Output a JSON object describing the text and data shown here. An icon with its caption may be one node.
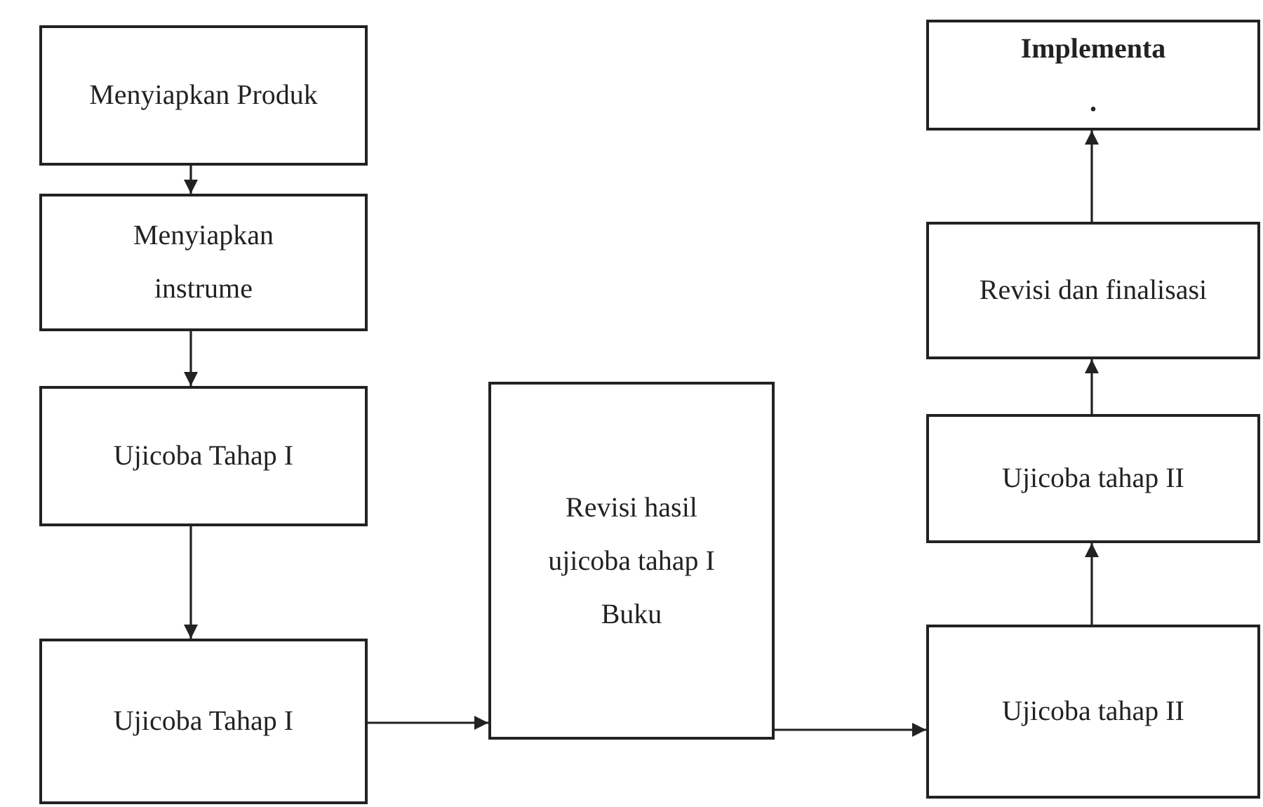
{
  "diagram": {
    "nodes": [
      {
        "text": [
          "Menyiapkan Produk"
        ]
      },
      {
        "text": [
          "Menyiapkan instrume"
        ]
      },
      {
        "text": [
          "Ujicoba Tahap I"
        ]
      },
      {
        "text": [
          "Ujicoba Tahap I"
        ]
      },
      {
        "text": [
          "Revisi hasil ujicoba tahap I Buku"
        ]
      },
      {
        "text": [
          "Implementa",
          "."
        ]
      },
      {
        "text": [
          "Revisi dan finalisasi"
        ]
      },
      {
        "text": [
          "Ujicoba tahap II"
        ]
      },
      {
        "text": [
          "Ujicoba tahap II"
        ]
      }
    ],
    "edges": [
      {
        "from": 0,
        "to": 1,
        "arrow": "to"
      },
      {
        "from": 1,
        "to": 2,
        "arrow": "to"
      },
      {
        "from": 2,
        "to": 3,
        "arrow": "to"
      },
      {
        "from": 3,
        "to": 4,
        "arrow": "to"
      },
      {
        "from": 4,
        "to": 8,
        "arrow": "to"
      },
      {
        "from": 8,
        "to": 7,
        "arrow": "to"
      },
      {
        "from": 7,
        "to": 6,
        "arrow": "to"
      },
      {
        "from": 6,
        "to": 5,
        "arrow": "to"
      }
    ]
  }
}
